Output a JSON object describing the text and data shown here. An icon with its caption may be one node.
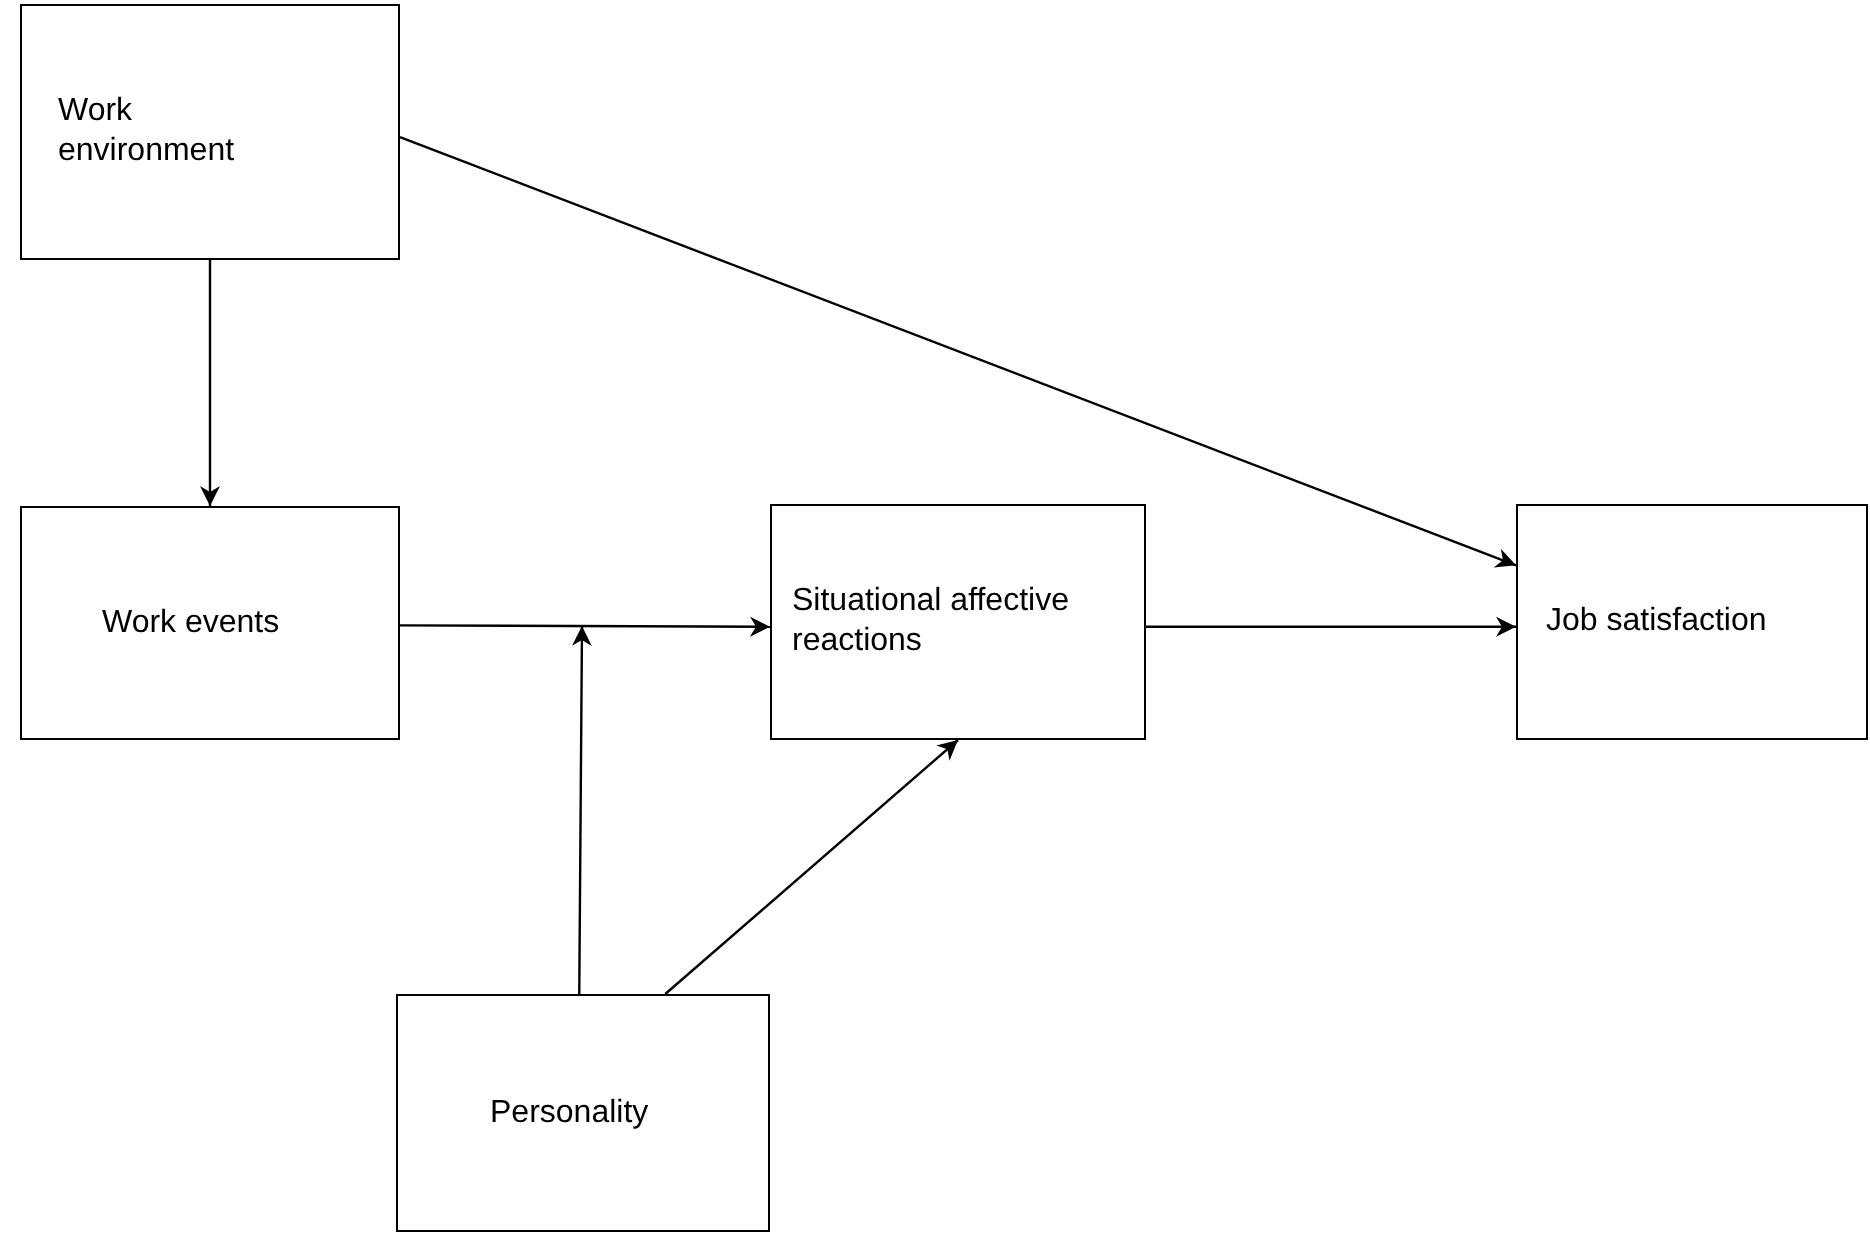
{
  "diagram": {
    "nodes": [
      {
        "text": [
          "Work environment"
        ]
      },
      {
        "text": [
          "Work events"
        ]
      },
      {
        "text": [
          "Situational affective reactions"
        ]
      },
      {
        "text": [
          "Job satisfaction"
        ]
      },
      {
        "text": [
          "Personality"
        ]
      }
    ],
    "edges": [
      {
        "from": 0,
        "to": 1,
        "arrow": "to"
      },
      {
        "from": 0,
        "to": 3,
        "arrow": "to"
      },
      {
        "from": 1,
        "to": 2,
        "arrow": "to"
      },
      {
        "from": 4,
        "to": null,
        "arrow": "to"
      },
      {
        "from": 4,
        "to": 2,
        "arrow": "to"
      },
      {
        "from": 2,
        "to": 3,
        "arrow": "to"
      }
    ]
  }
}
